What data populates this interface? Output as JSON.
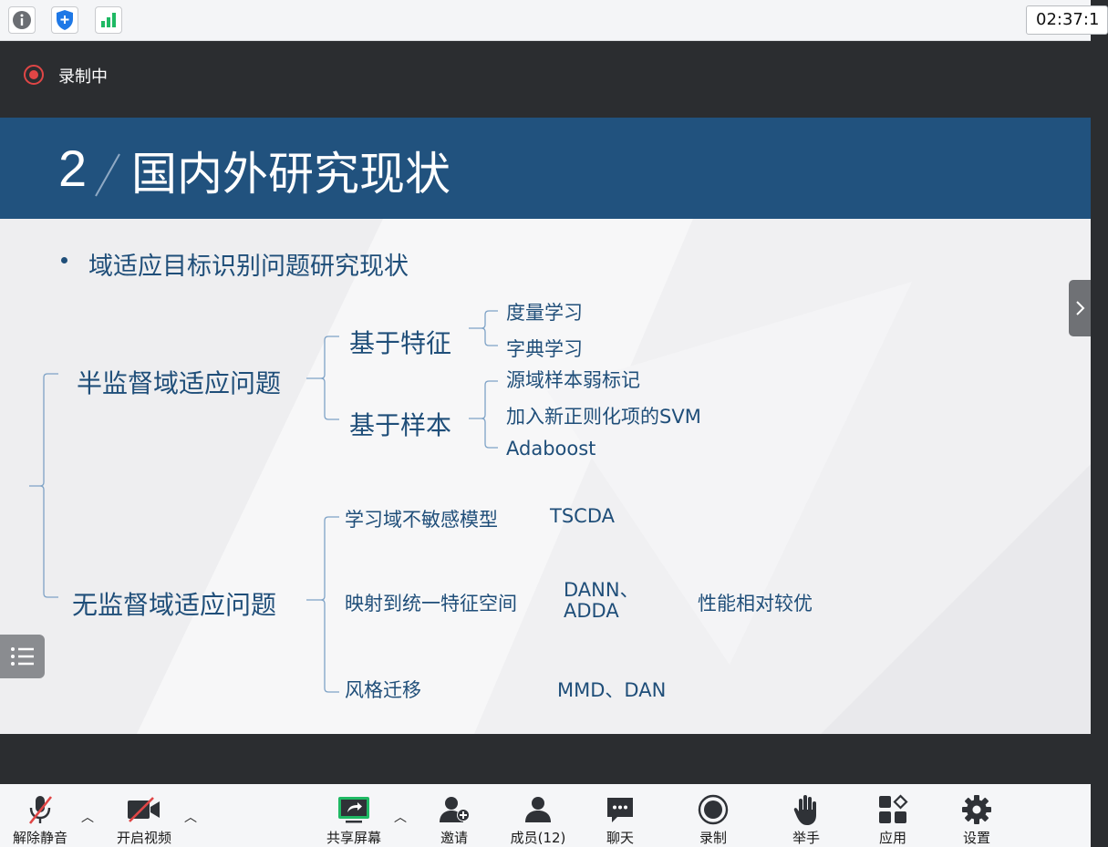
{
  "clock": "02:37:1",
  "recording": {
    "label": "录制中"
  },
  "slide": {
    "number": "2",
    "title": "国内外研究现状",
    "bullet": "域适应目标识别问题研究现状",
    "semi": {
      "label": "半监督域适应问题",
      "feature": {
        "label": "基于特征",
        "items": [
          "度量学习",
          "字典学习"
        ]
      },
      "sample": {
        "label": "基于样本",
        "items": [
          "源域样本弱标记",
          "加入新正则化项的SVM",
          "Adaboost"
        ]
      }
    },
    "unsup": {
      "label": "无监督域适应问题",
      "rows": [
        {
          "label": "学习域不敏感模型",
          "method": "TSCDA"
        },
        {
          "label": "映射到统一特征空间",
          "method_line1": "DANN、",
          "method_line2": "ADDA",
          "note": "性能相对较优"
        },
        {
          "label": "风格迁移",
          "method": "MMD、DAN"
        }
      ]
    }
  },
  "toolbar": {
    "unmute": "解除静音",
    "start_video": "开启视频",
    "share_screen": "共享屏幕",
    "invite": "邀请",
    "members": "成员(12)",
    "chat": "聊天",
    "record": "录制",
    "raise_hand": "举手",
    "apps": "应用",
    "settings": "设置"
  },
  "colors": {
    "header_blue": "#21527e",
    "text_blue": "#1f4e79",
    "record_red": "#e04646",
    "share_green": "#1fb964"
  }
}
